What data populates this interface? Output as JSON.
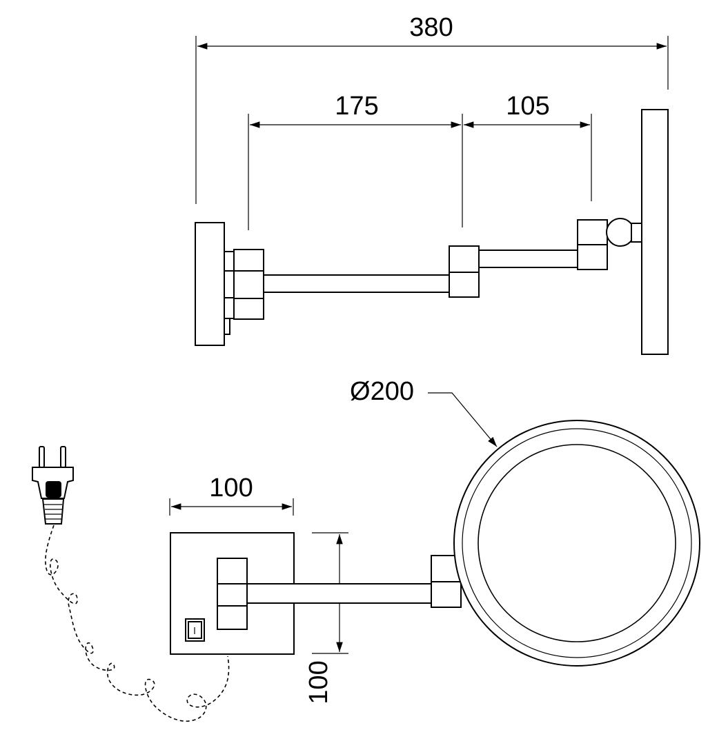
{
  "dimensions": {
    "overall_length": "380",
    "arm_segment_1": "175",
    "arm_segment_2": "105",
    "mirror_diameter": "Ø200",
    "wall_plate_width": "100",
    "wall_plate_height": "100"
  },
  "icons": {
    "plug": "plug-icon",
    "switch": "switch-icon"
  }
}
